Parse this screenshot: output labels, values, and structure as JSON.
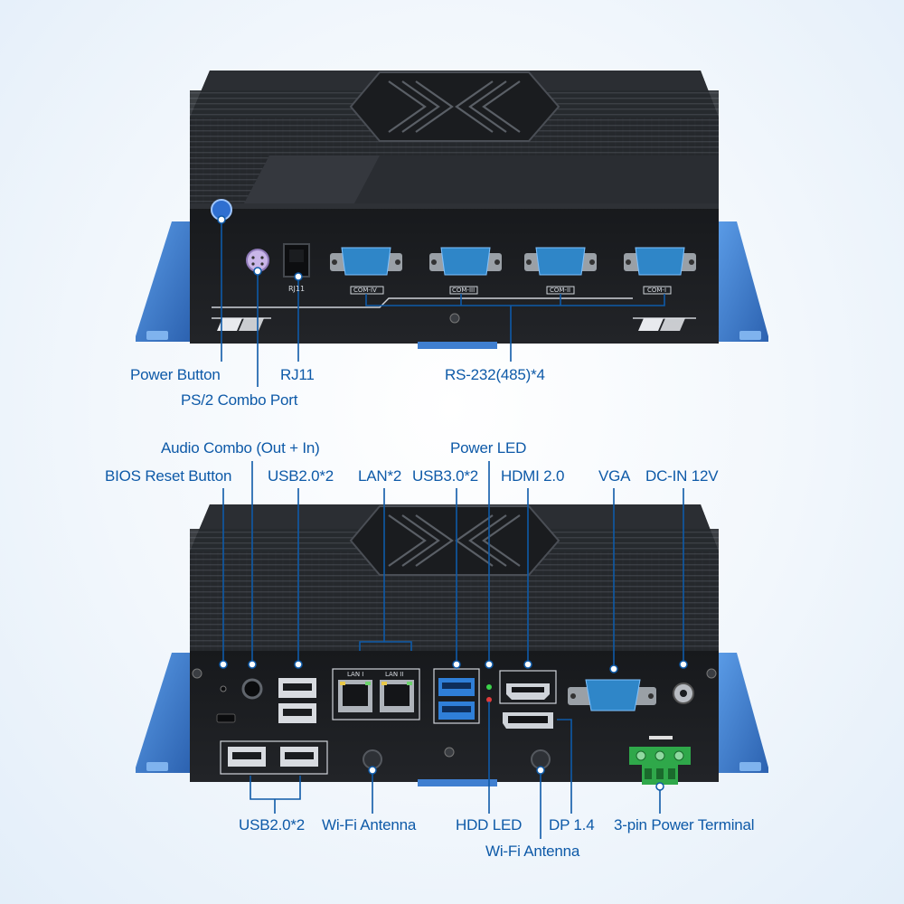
{
  "top_view": {
    "labels": {
      "power_button": "Power Button",
      "ps2": "PS/2 Combo Port",
      "rj11": "RJ11",
      "rs232": "RS-232(485)*4"
    },
    "panel_marks": {
      "rj11": "RJ11",
      "com4": "COM-IV",
      "com3": "COM-III",
      "com2": "COM-II",
      "com1": "COM-I"
    }
  },
  "bottom_view": {
    "labels": {
      "audio": "Audio Combo (Out + In)",
      "power_led": "Power LED",
      "bios_reset": "BIOS Reset Button",
      "usb2_top": "USB2.0*2",
      "lan": "LAN*2",
      "usb3": "USB3.0*2",
      "hdmi": "HDMI 2.0",
      "vga": "VGA",
      "dc_in": "DC-IN 12V",
      "usb2_bottom": "USB2.0*2",
      "wifi_left": "Wi-Fi Antenna",
      "hdd_led": "HDD LED",
      "dp": "DP 1.4",
      "power_terminal": "3-pin Power Terminal",
      "wifi_right": "Wi-Fi Antenna"
    },
    "panel_marks": {
      "lan1": "LAN I",
      "lan2": "LAN II"
    }
  },
  "colors": {
    "accent_blue": "#0e5aa8",
    "chassis": "#1f2125",
    "bracket": "#3f7fd0",
    "port_blue": "#2f86c8",
    "terminal_green": "#2fa84a"
  }
}
